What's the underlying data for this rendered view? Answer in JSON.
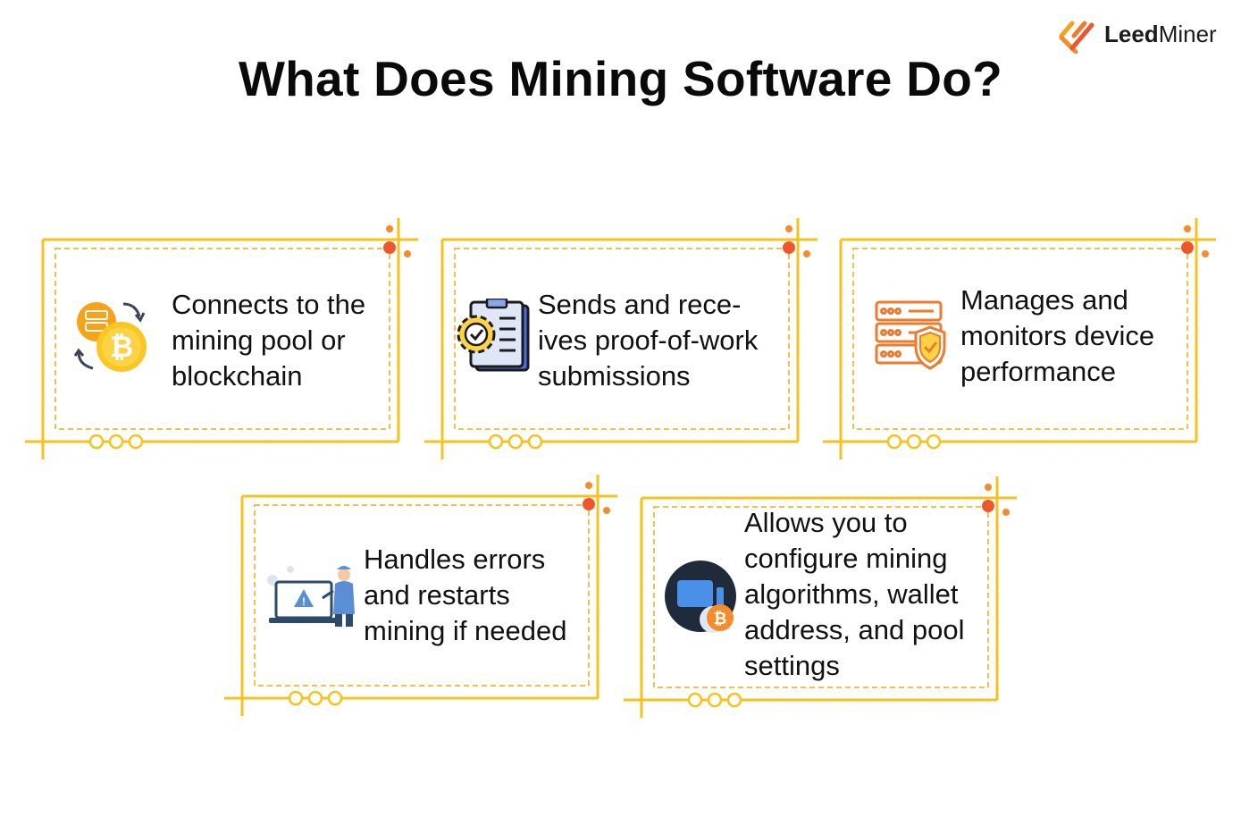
{
  "title": "What Does Mining Software Do?",
  "brand": {
    "name_bold": "Leed",
    "name_regular": "Miner"
  },
  "colors": {
    "frame": "#f6c21c",
    "frame_dash": "#f0c24a",
    "dot_red": "#f0562e",
    "dot_orange": "#f58b2a",
    "icon_orange": "#ee7a2d"
  },
  "cards": [
    {
      "text": "Connects to the\nmining pool or\nblockchain",
      "icon": "bitcoin-sync-icon"
    },
    {
      "text": "Sends and rece-\nives proof-of-work\nsubmissions",
      "icon": "clipboard-gear-icon"
    },
    {
      "text": "Manages and\nmonitors device\nperformance",
      "icon": "server-shield-icon"
    },
    {
      "text": "Handles errors\nand restarts\nmining if needed",
      "icon": "technician-repair-icon"
    },
    {
      "text": "Allows you to\nconfigure mining\nalgorithms, wallet\naddress, and pool\nsettings",
      "icon": "bitcoin-monitor-icon"
    }
  ]
}
